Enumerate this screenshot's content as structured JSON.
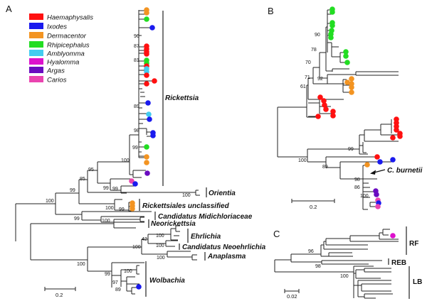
{
  "legend": {
    "items": [
      {
        "label": "Haemaphysalis",
        "color": "#ff1010"
      },
      {
        "label": "Ixodes",
        "color": "#1a1aee"
      },
      {
        "label": "Dermacentor",
        "color": "#f39422"
      },
      {
        "label": "Rhipicephalus",
        "color": "#22dd22"
      },
      {
        "label": "Amblyomma",
        "color": "#44ccf0"
      },
      {
        "label": "Hyalomma",
        "color": "#dd11cc"
      },
      {
        "label": "Argas",
        "color": "#6a0cc0"
      },
      {
        "label": "Carios",
        "color": "#ea44b0"
      }
    ]
  },
  "panel_a": {
    "letter": "A",
    "clades": {
      "rickettsia": "Rickettsia",
      "orientia": "Orientia",
      "rickettsiales_unclassified": "Rickettsiales unclassified",
      "midichloriaceae": "Candidatus Midichloriaceae",
      "neorickettsia": "Neorickettsia",
      "ehrlichia": "Ehrlichia",
      "neoehrlichia": "Candidatus Neoehrlichia",
      "anaplasma": "Anaplasma",
      "wolbachia": "Wolbachia"
    },
    "bootstrap": [
      "96",
      "87",
      "81",
      "89",
      "98",
      "99",
      "100",
      "95",
      "85",
      "99",
      "99",
      "99",
      "100",
      "100",
      "100",
      "99",
      "99",
      "100",
      "100",
      "42",
      "100",
      "100",
      "100",
      "100",
      "99",
      "100",
      "97",
      "89"
    ],
    "scale": "0.2"
  },
  "panel_b": {
    "letter": "B",
    "annotation": "C. burnetii",
    "bootstrap": [
      "90",
      "78",
      "70",
      "71",
      "92",
      "61",
      "99",
      "100",
      "89",
      "98",
      "86",
      "100"
    ],
    "scale": "0.2"
  },
  "panel_c": {
    "letter": "C",
    "clades": {
      "rf": "RF",
      "reb": "REB",
      "lb": "LB"
    },
    "bootstrap": [
      "96",
      "98",
      "100"
    ],
    "scale": "0.02"
  }
}
